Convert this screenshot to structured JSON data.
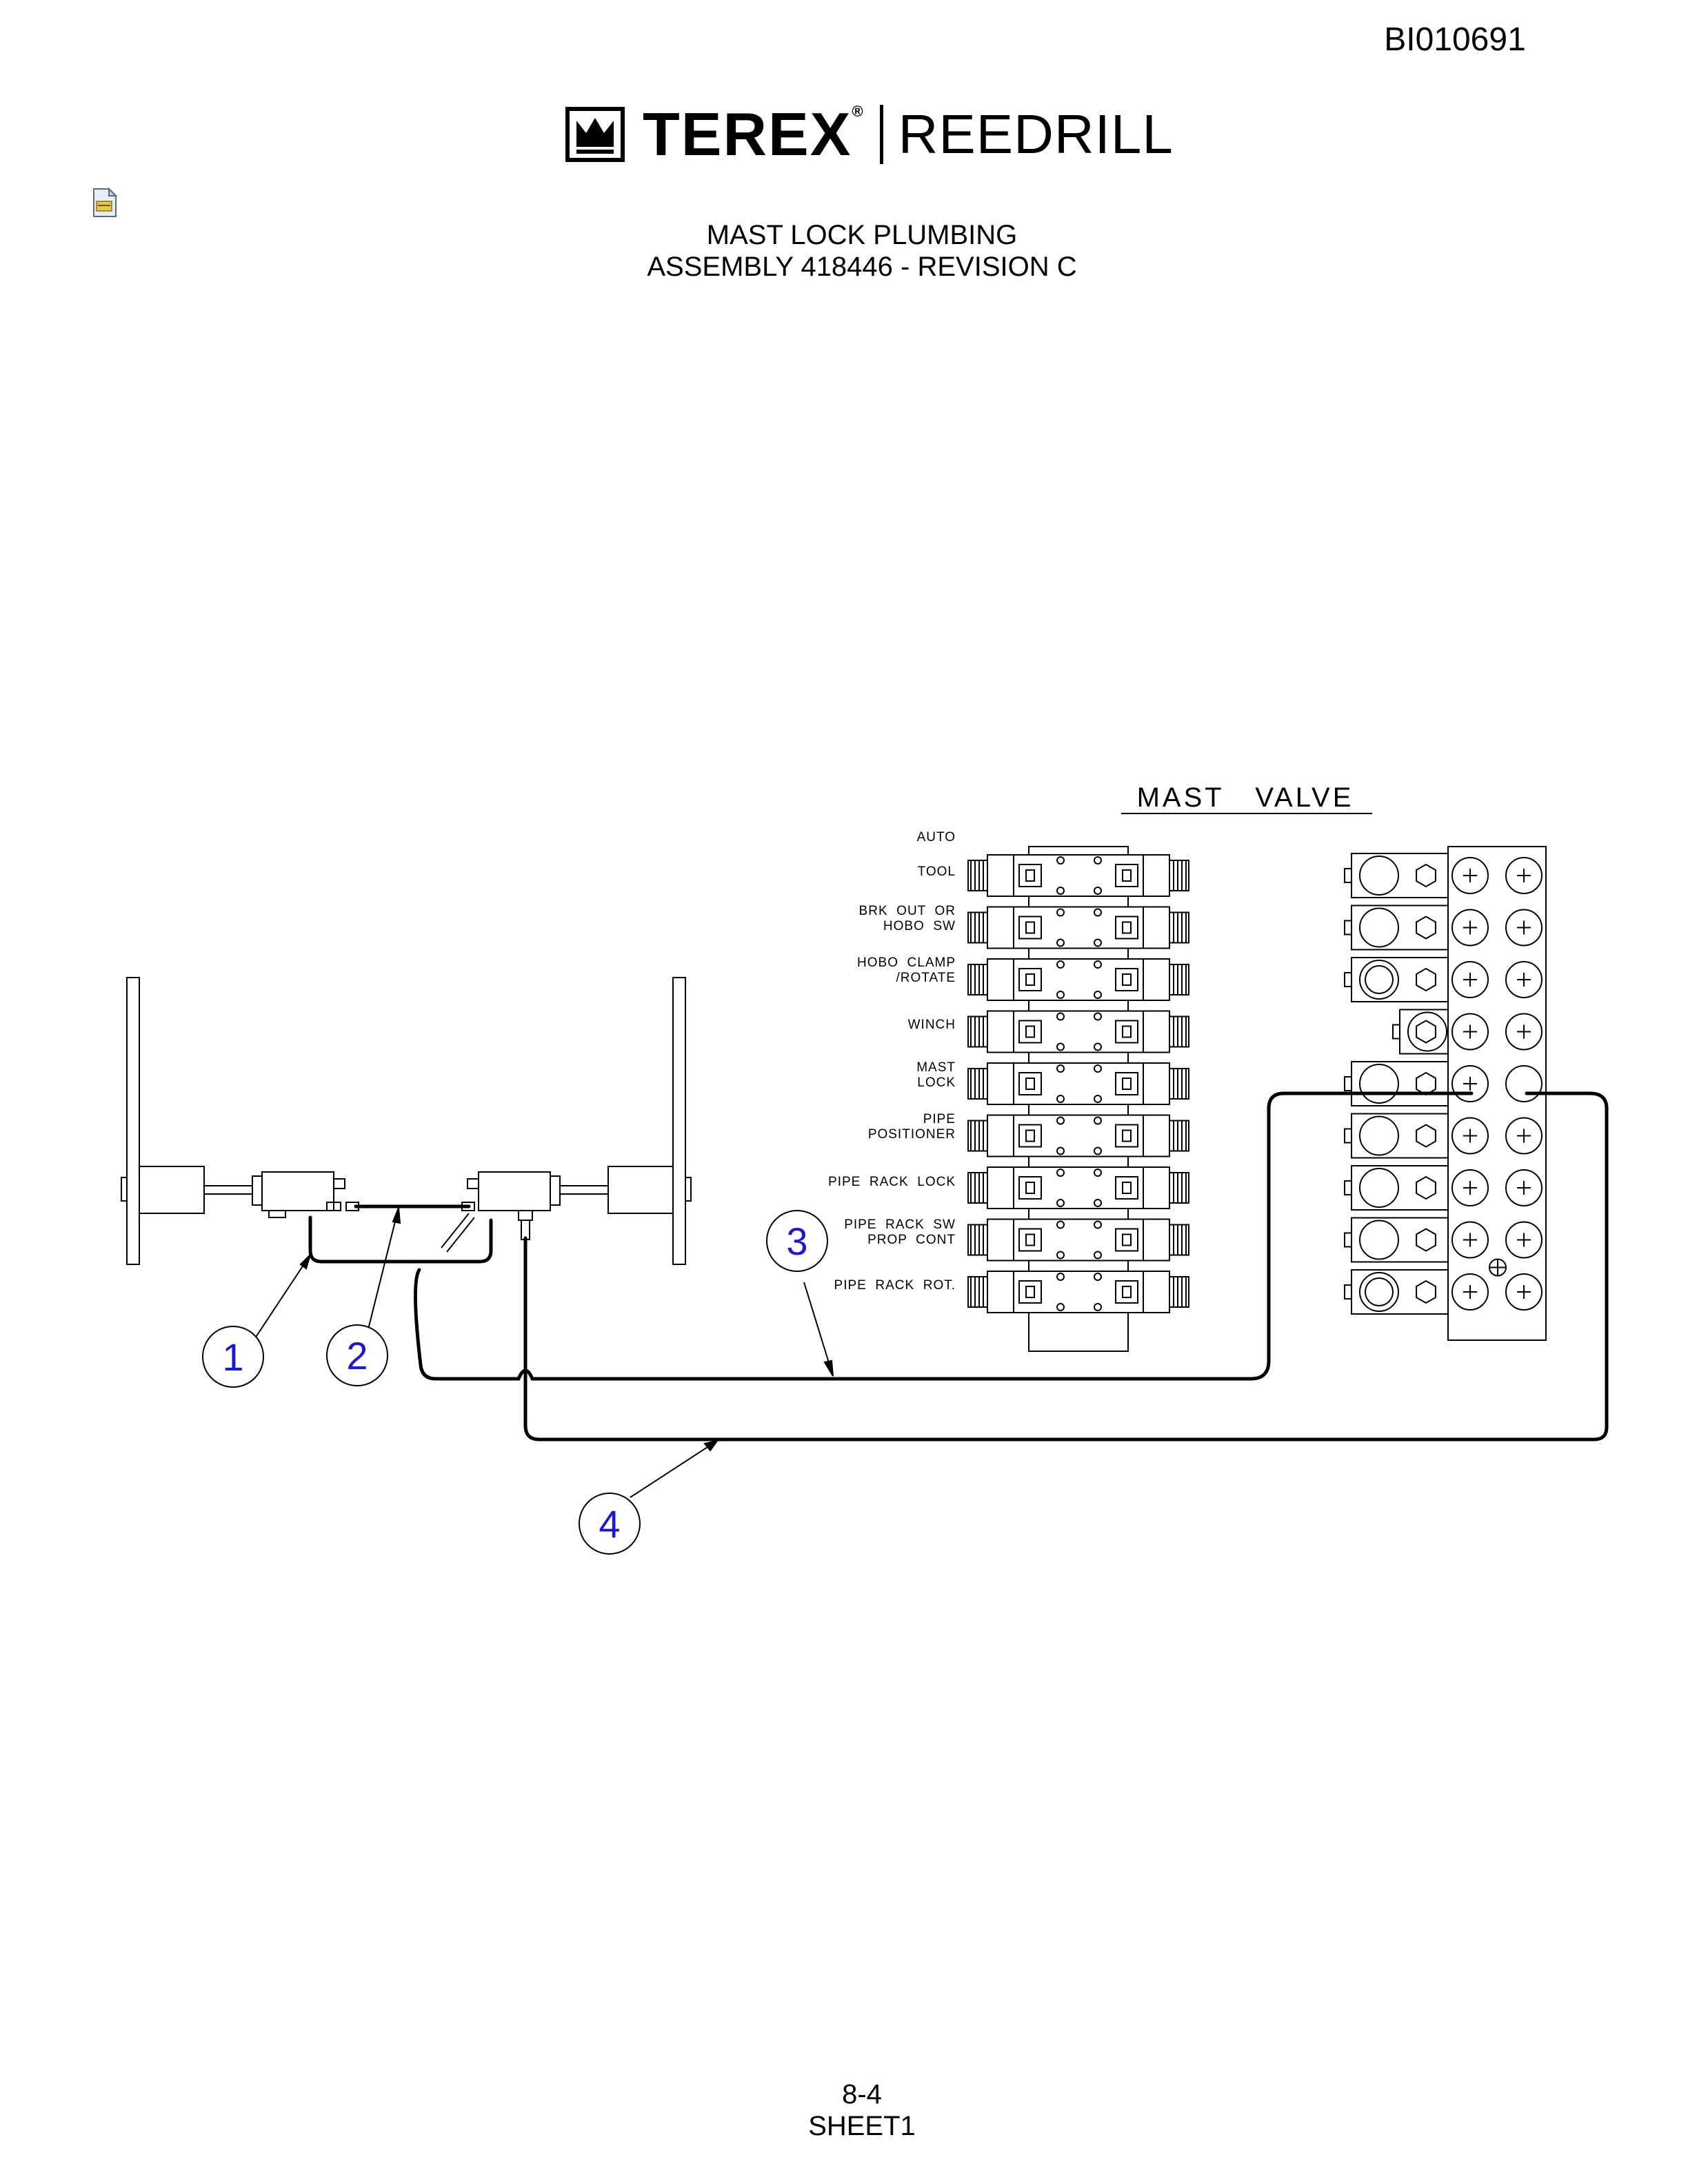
{
  "header": {
    "doc_id": "BI010691",
    "brand": "TEREX",
    "brand_mark": "®",
    "sub_brand": "REEDRILL"
  },
  "title": {
    "line1": "MAST LOCK PLUMBING",
    "line2": "ASSEMBLY 418446 - REVISION C"
  },
  "diagram": {
    "panel_title": "MAST   VALVE",
    "valve_labels": [
      [
        "AUTO"
      ],
      [
        "TOOL"
      ],
      [
        "BRK  OUT  OR",
        "HOBO  SW"
      ],
      [
        "HOBO  CLAMP",
        "/ROTATE"
      ],
      [
        "WINCH"
      ],
      [
        "MAST",
        "LOCK"
      ],
      [
        "PIPE",
        "POSITIONER"
      ],
      [
        "PIPE  RACK  LOCK"
      ],
      [
        "PIPE  RACK  SW",
        "PROP  CONT"
      ],
      [
        "PIPE  RACK  ROT."
      ]
    ],
    "balloons": [
      "1",
      "2",
      "3",
      "4"
    ],
    "balloon_color": "#1a1ad6"
  },
  "footer": {
    "page": "8-4",
    "sheet": "SHEET1"
  }
}
